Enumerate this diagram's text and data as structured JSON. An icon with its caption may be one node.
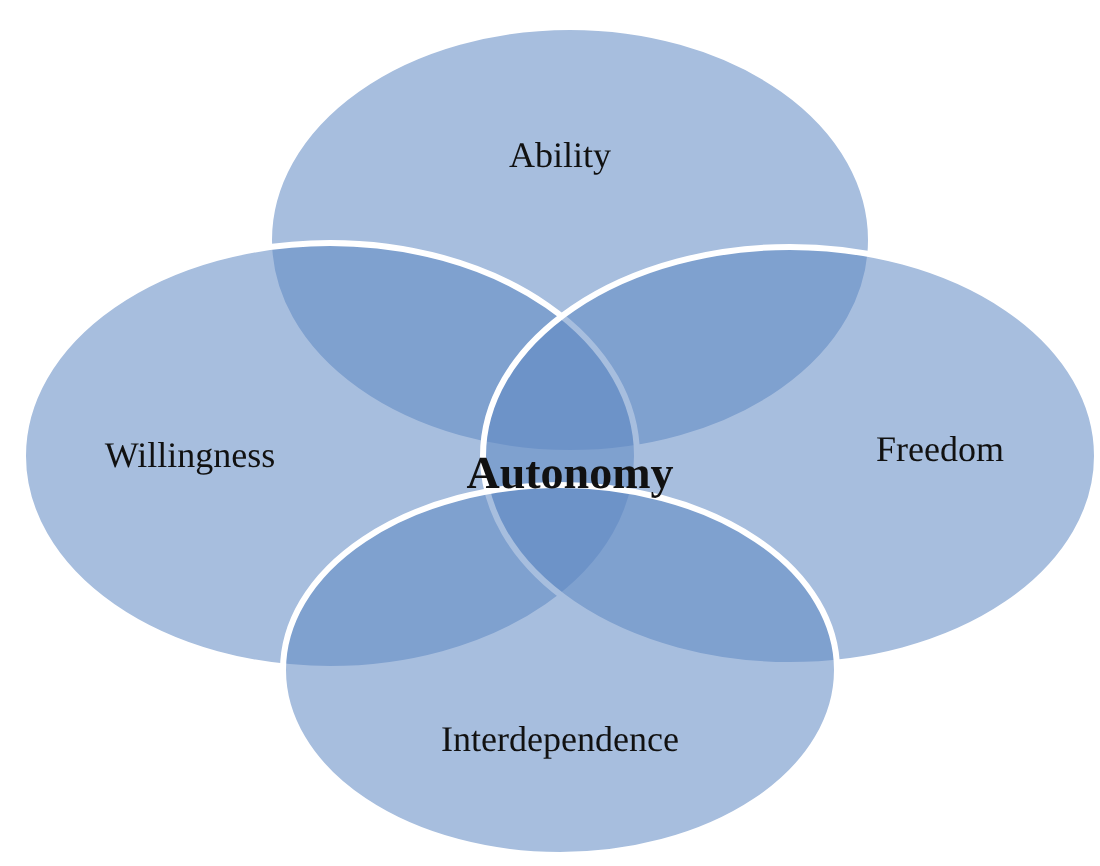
{
  "diagram": {
    "nodes": [
      {
        "text": [
          "Ability"
        ]
      },
      {
        "text": [
          "Willingness"
        ]
      },
      {
        "text": [
          "Freedom"
        ]
      },
      {
        "text": [
          "Interdependence"
        ]
      }
    ],
    "labels": [
      "Autonomy"
    ]
  }
}
